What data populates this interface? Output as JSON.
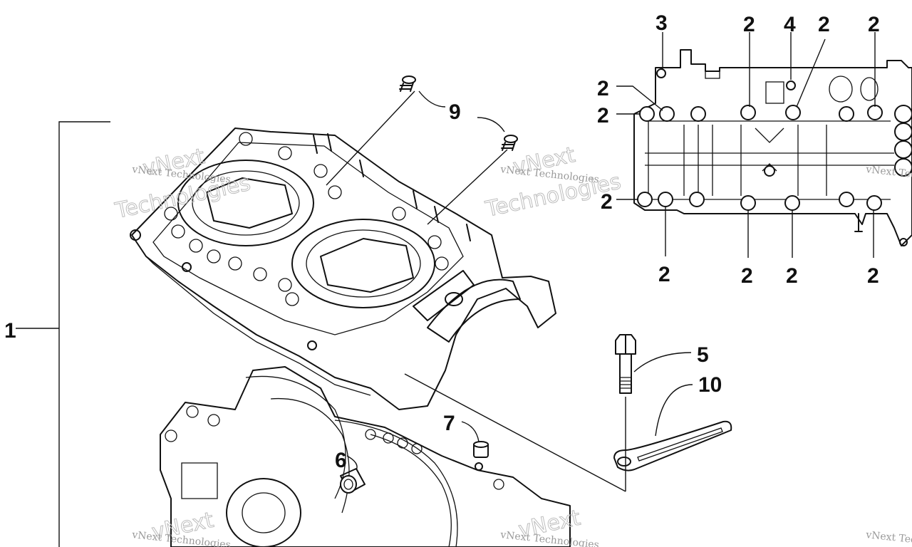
{
  "watermark": {
    "brand_small": "vNext Technologies",
    "brand_word_1": "vNext",
    "brand_word_2": "Technologies"
  },
  "callouts": {
    "c1": "1",
    "c2": "2",
    "c3": "3",
    "c4": "4",
    "c5": "5",
    "c6": "6",
    "c7": "7",
    "c9": "9",
    "c10": "10"
  },
  "colors": {
    "ink": "#111111",
    "watermark": "#9a9a9a",
    "background": "#ffffff"
  }
}
